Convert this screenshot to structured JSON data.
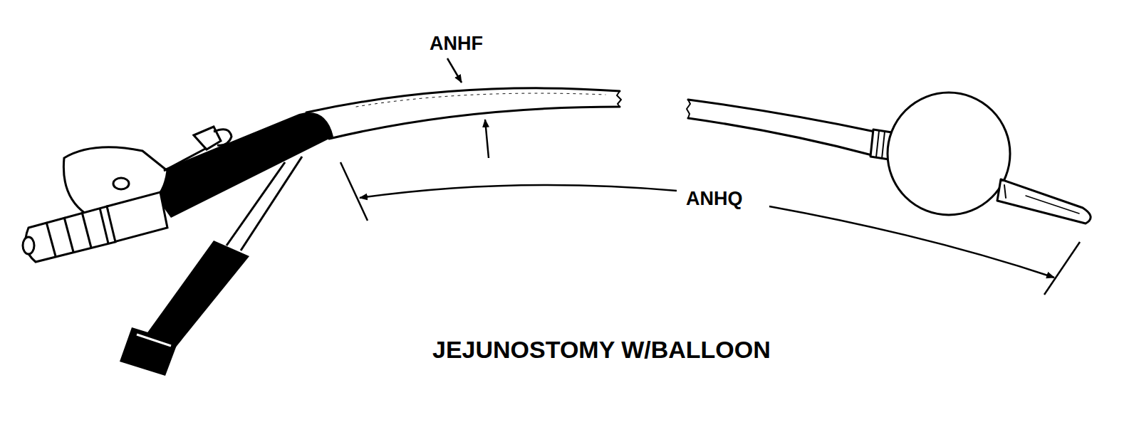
{
  "diagram": {
    "caption": "JEJUNOSTOMY W/BALLOON",
    "labels": [
      "ANHF",
      "ANHQ"
    ]
  }
}
